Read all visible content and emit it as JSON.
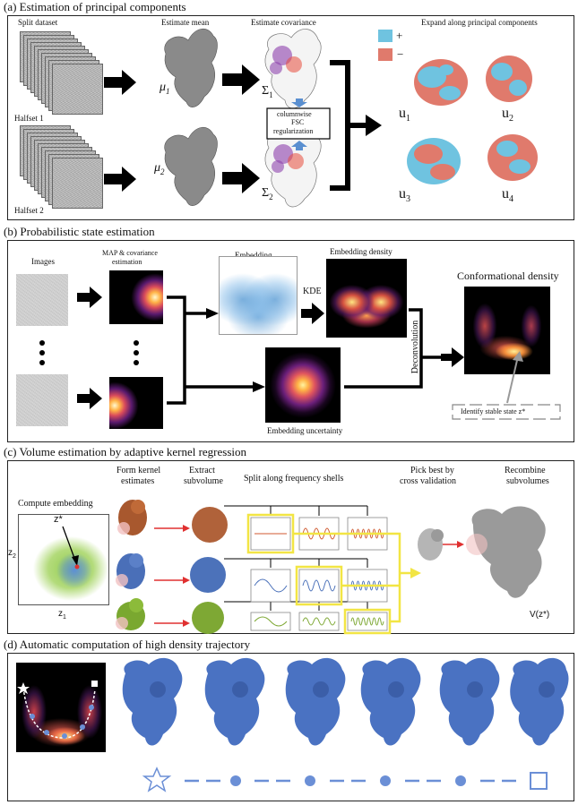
{
  "panel_a": {
    "title": "(a) Estimation of principal components",
    "split_dataset": "Split dataset",
    "halfset1": "Halfset 1",
    "halfset2": "Halfset 2",
    "estimate_mean": "Estimate mean",
    "estimate_covariance": "Estimate covariance",
    "mu1": "μ",
    "mu1_sub": "1",
    "mu2": "μ",
    "mu2_sub": "2",
    "sigma1": "Σ",
    "sigma1_sub": "1",
    "sigma2": "Σ",
    "sigma2_sub": "2",
    "fsc_line1": "columnwise",
    "fsc_line2": "FSC",
    "fsc_line3": "regularization",
    "expand": "Expand along principal components",
    "legend_plus": "+",
    "legend_minus": "−",
    "u1": "u",
    "u1_sub": "1",
    "u2": "u",
    "u2_sub": "2",
    "u3": "u",
    "u3_sub": "3",
    "u4": "u",
    "u4_sub": "4"
  },
  "panel_b": {
    "title": "(b) Probabilistic state estimation",
    "images": "Images",
    "map_line1": "MAP & covariance",
    "map_line2": "estimation",
    "embedding": "Embedding",
    "kde": "KDE",
    "embedding_density": "Embedding density",
    "conformational_density": "Conformational density",
    "deconvolution": "Deconvolution",
    "embedding_uncertainty": "Embedding uncertainty",
    "identify": "Identify stable state z*"
  },
  "panel_c": {
    "title": "(c) Volume estimation by adaptive kernel regression",
    "compute_embedding": "Compute embedding",
    "z_star": "z*",
    "z2": "z",
    "z2_sub": "2",
    "z1": "z",
    "z1_sub": "1",
    "form_kernel_line1": "Form kernel",
    "form_kernel_line2": "estimates",
    "extract_line1": "Extract",
    "extract_line2": "subvolume",
    "split_shells": "Split along frequency shells",
    "pick_line1": "Pick best by",
    "pick_line2": "cross validation",
    "recombine_line1": "Recombine",
    "recombine_line2": "subvolumes",
    "v_label": "V(z*)"
  },
  "panel_d": {
    "title": "(d) Automatic computation of high density trajectory"
  },
  "colors": {
    "plus": "#6fc3e0",
    "minus": "#e07a6c",
    "highlight": "#f2e544",
    "blue_volume": "#4a72c2",
    "trajectory": "#6b8fd6"
  }
}
